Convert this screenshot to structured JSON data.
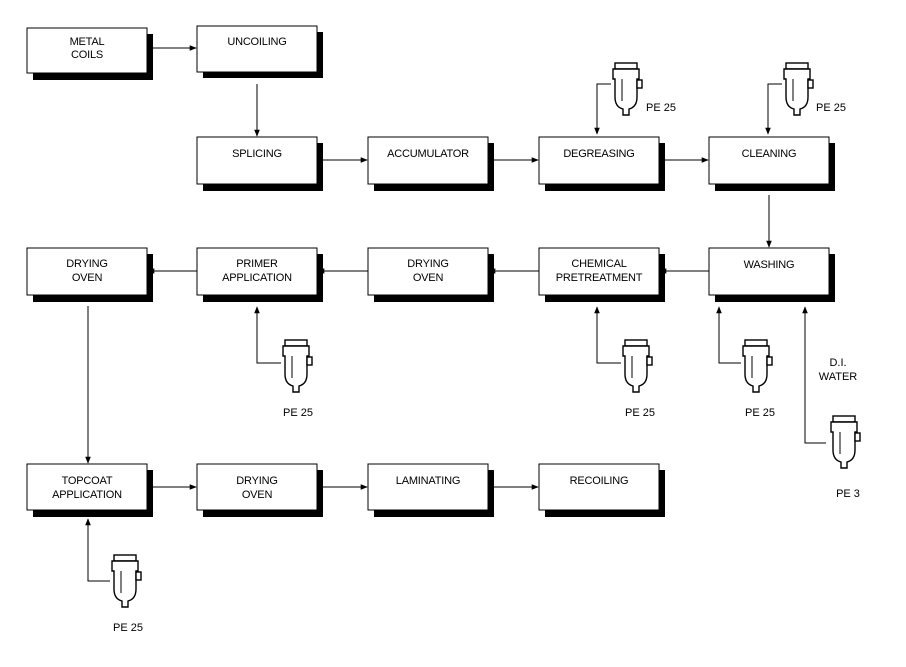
{
  "diagram": {
    "colors": {
      "stroke": "#000000",
      "background": "#ffffff"
    },
    "boxes": {
      "metal_coils": [
        "METAL",
        "COILS"
      ],
      "uncoiling": [
        "UNCOILING"
      ],
      "splicing": [
        "SPLICING"
      ],
      "accumulator": [
        "ACCUMULATOR"
      ],
      "degreasing": [
        "DEGREASING"
      ],
      "cleaning": [
        "CLEANING"
      ],
      "washing": [
        "WASHING"
      ],
      "chemical_pretreatment": [
        "CHEMICAL",
        "PRETREATMENT"
      ],
      "drying_oven_1": [
        "DRYING",
        "OVEN"
      ],
      "primer_application": [
        "PRIMER",
        "APPLICATION"
      ],
      "drying_oven_2": [
        "DRYING",
        "OVEN"
      ],
      "topcoat_application": [
        "TOPCOAT",
        "APPLICATION"
      ],
      "drying_oven_3": [
        "DRYING",
        "OVEN"
      ],
      "laminating": [
        "LAMINATING"
      ],
      "recoiling": [
        "RECOILING"
      ]
    },
    "filters": {
      "degreasing": "PE 25",
      "cleaning": "PE 25",
      "chemical_pretreatment": "PE 25",
      "washing": "PE 25",
      "di_water": "PE 3",
      "primer_application": "PE 25",
      "topcoat_application": "PE 25"
    },
    "di_water_label": [
      "D.I.",
      "WATER"
    ],
    "filter_icon": "cartridge-filter-housing-icon"
  }
}
